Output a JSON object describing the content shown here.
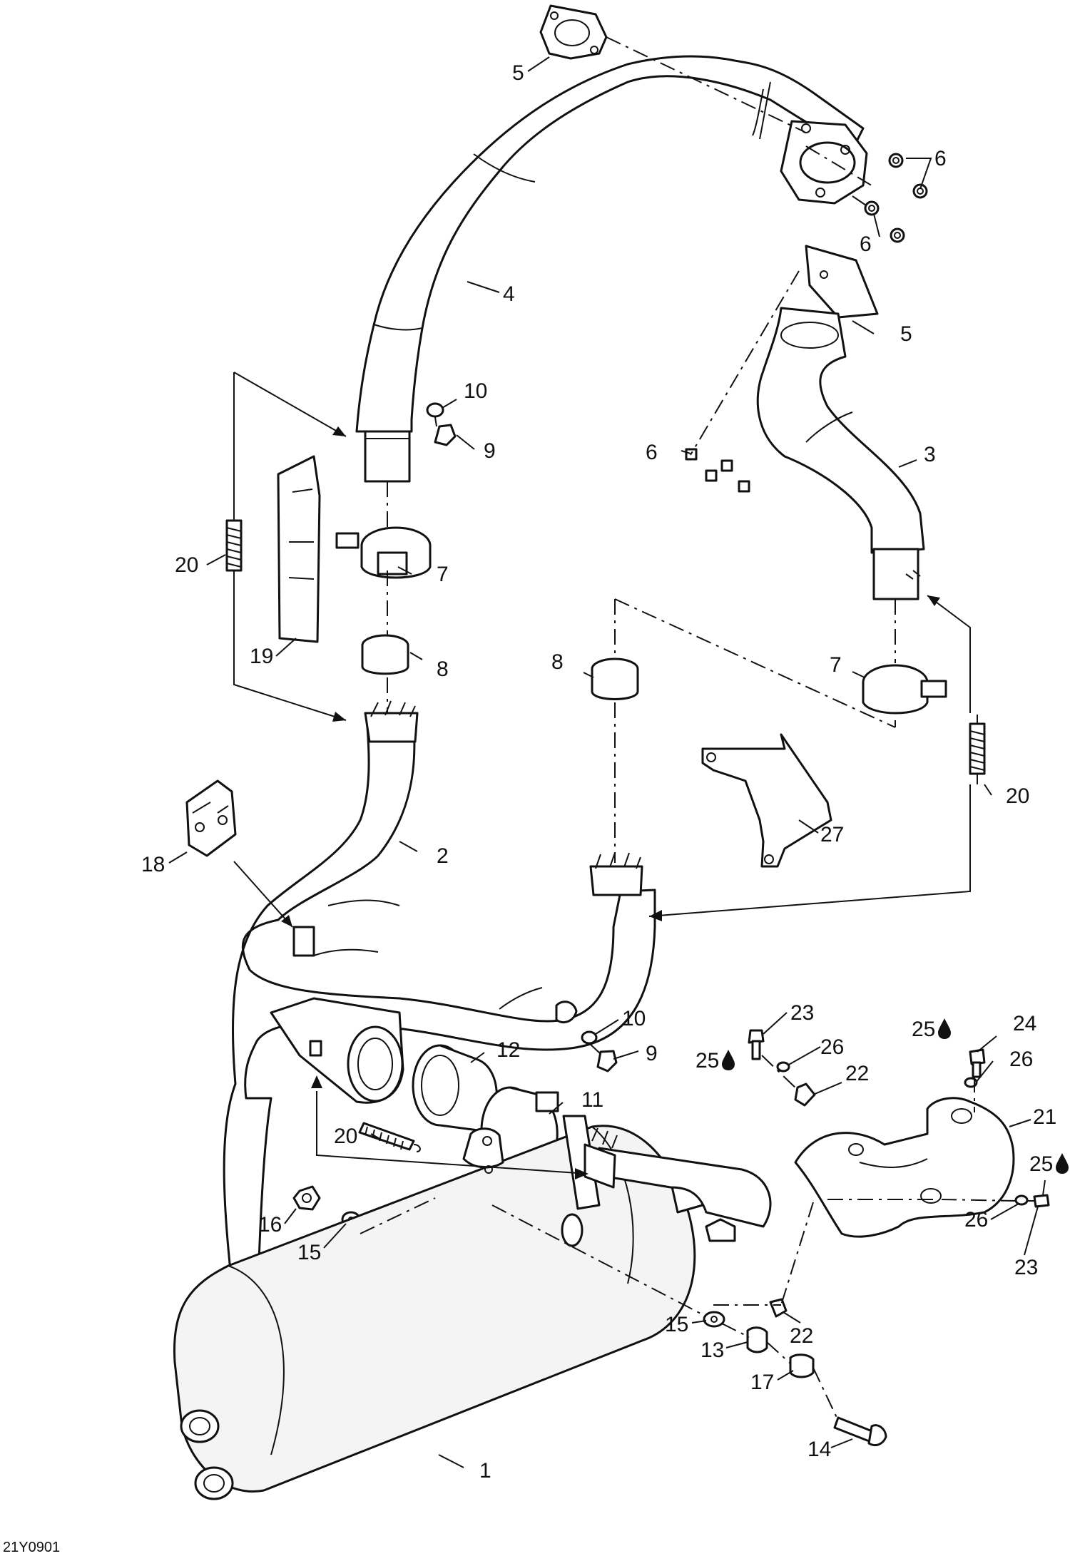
{
  "diagram": {
    "drawing_code": "21Y0901",
    "callouts": [
      {
        "id": "c5a",
        "text": "5"
      },
      {
        "id": "c6a",
        "text": "6"
      },
      {
        "id": "c6b",
        "text": "6"
      },
      {
        "id": "c4",
        "text": "4"
      },
      {
        "id": "c5b",
        "text": "5"
      },
      {
        "id": "c10a",
        "text": "10"
      },
      {
        "id": "c9a",
        "text": "9"
      },
      {
        "id": "c6c",
        "text": "6"
      },
      {
        "id": "c3",
        "text": "3"
      },
      {
        "id": "c20a",
        "text": "20"
      },
      {
        "id": "c7a",
        "text": "7"
      },
      {
        "id": "c19",
        "text": "19"
      },
      {
        "id": "c8a",
        "text": "8"
      },
      {
        "id": "c8b",
        "text": "8"
      },
      {
        "id": "c7b",
        "text": "7"
      },
      {
        "id": "c20b",
        "text": "20"
      },
      {
        "id": "c27",
        "text": "27"
      },
      {
        "id": "c2",
        "text": "2"
      },
      {
        "id": "c18",
        "text": "18"
      },
      {
        "id": "c10b",
        "text": "10"
      },
      {
        "id": "c9b",
        "text": "9"
      },
      {
        "id": "c12",
        "text": "12"
      },
      {
        "id": "c23a",
        "text": "23"
      },
      {
        "id": "c25a",
        "text": "25"
      },
      {
        "id": "c26a",
        "text": "26"
      },
      {
        "id": "c22a",
        "text": "22"
      },
      {
        "id": "c25b",
        "text": "25"
      },
      {
        "id": "c24",
        "text": "24"
      },
      {
        "id": "c26b",
        "text": "26"
      },
      {
        "id": "c21",
        "text": "21"
      },
      {
        "id": "c11",
        "text": "11"
      },
      {
        "id": "c20c",
        "text": "20"
      },
      {
        "id": "c25c",
        "text": "25"
      },
      {
        "id": "c16",
        "text": "16"
      },
      {
        "id": "c15a",
        "text": "15"
      },
      {
        "id": "c26c",
        "text": "26"
      },
      {
        "id": "c23b",
        "text": "23"
      },
      {
        "id": "c22b",
        "text": "22"
      },
      {
        "id": "c15b",
        "text": "15"
      },
      {
        "id": "c13",
        "text": "13"
      },
      {
        "id": "c17",
        "text": "17"
      },
      {
        "id": "c14",
        "text": "14"
      },
      {
        "id": "c1",
        "text": "1"
      }
    ]
  }
}
